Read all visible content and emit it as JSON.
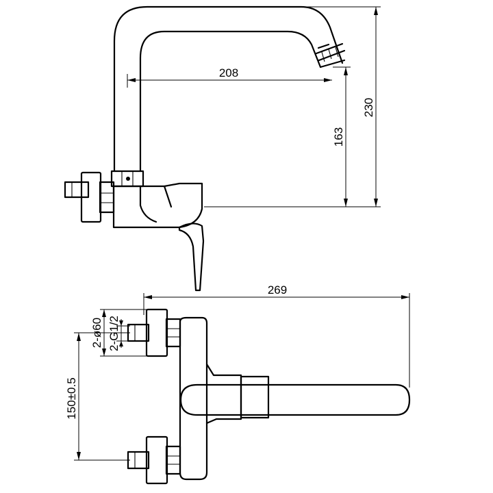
{
  "dimensions": {
    "spout_reach": "208",
    "spout_height": "163",
    "total_height": "230",
    "total_length": "269",
    "center_distance": "150±0.5",
    "connection_diameter": "2-ø60",
    "thread_size": "2-G1/2"
  },
  "colors": {
    "line": "#000000",
    "background": "#ffffff"
  }
}
